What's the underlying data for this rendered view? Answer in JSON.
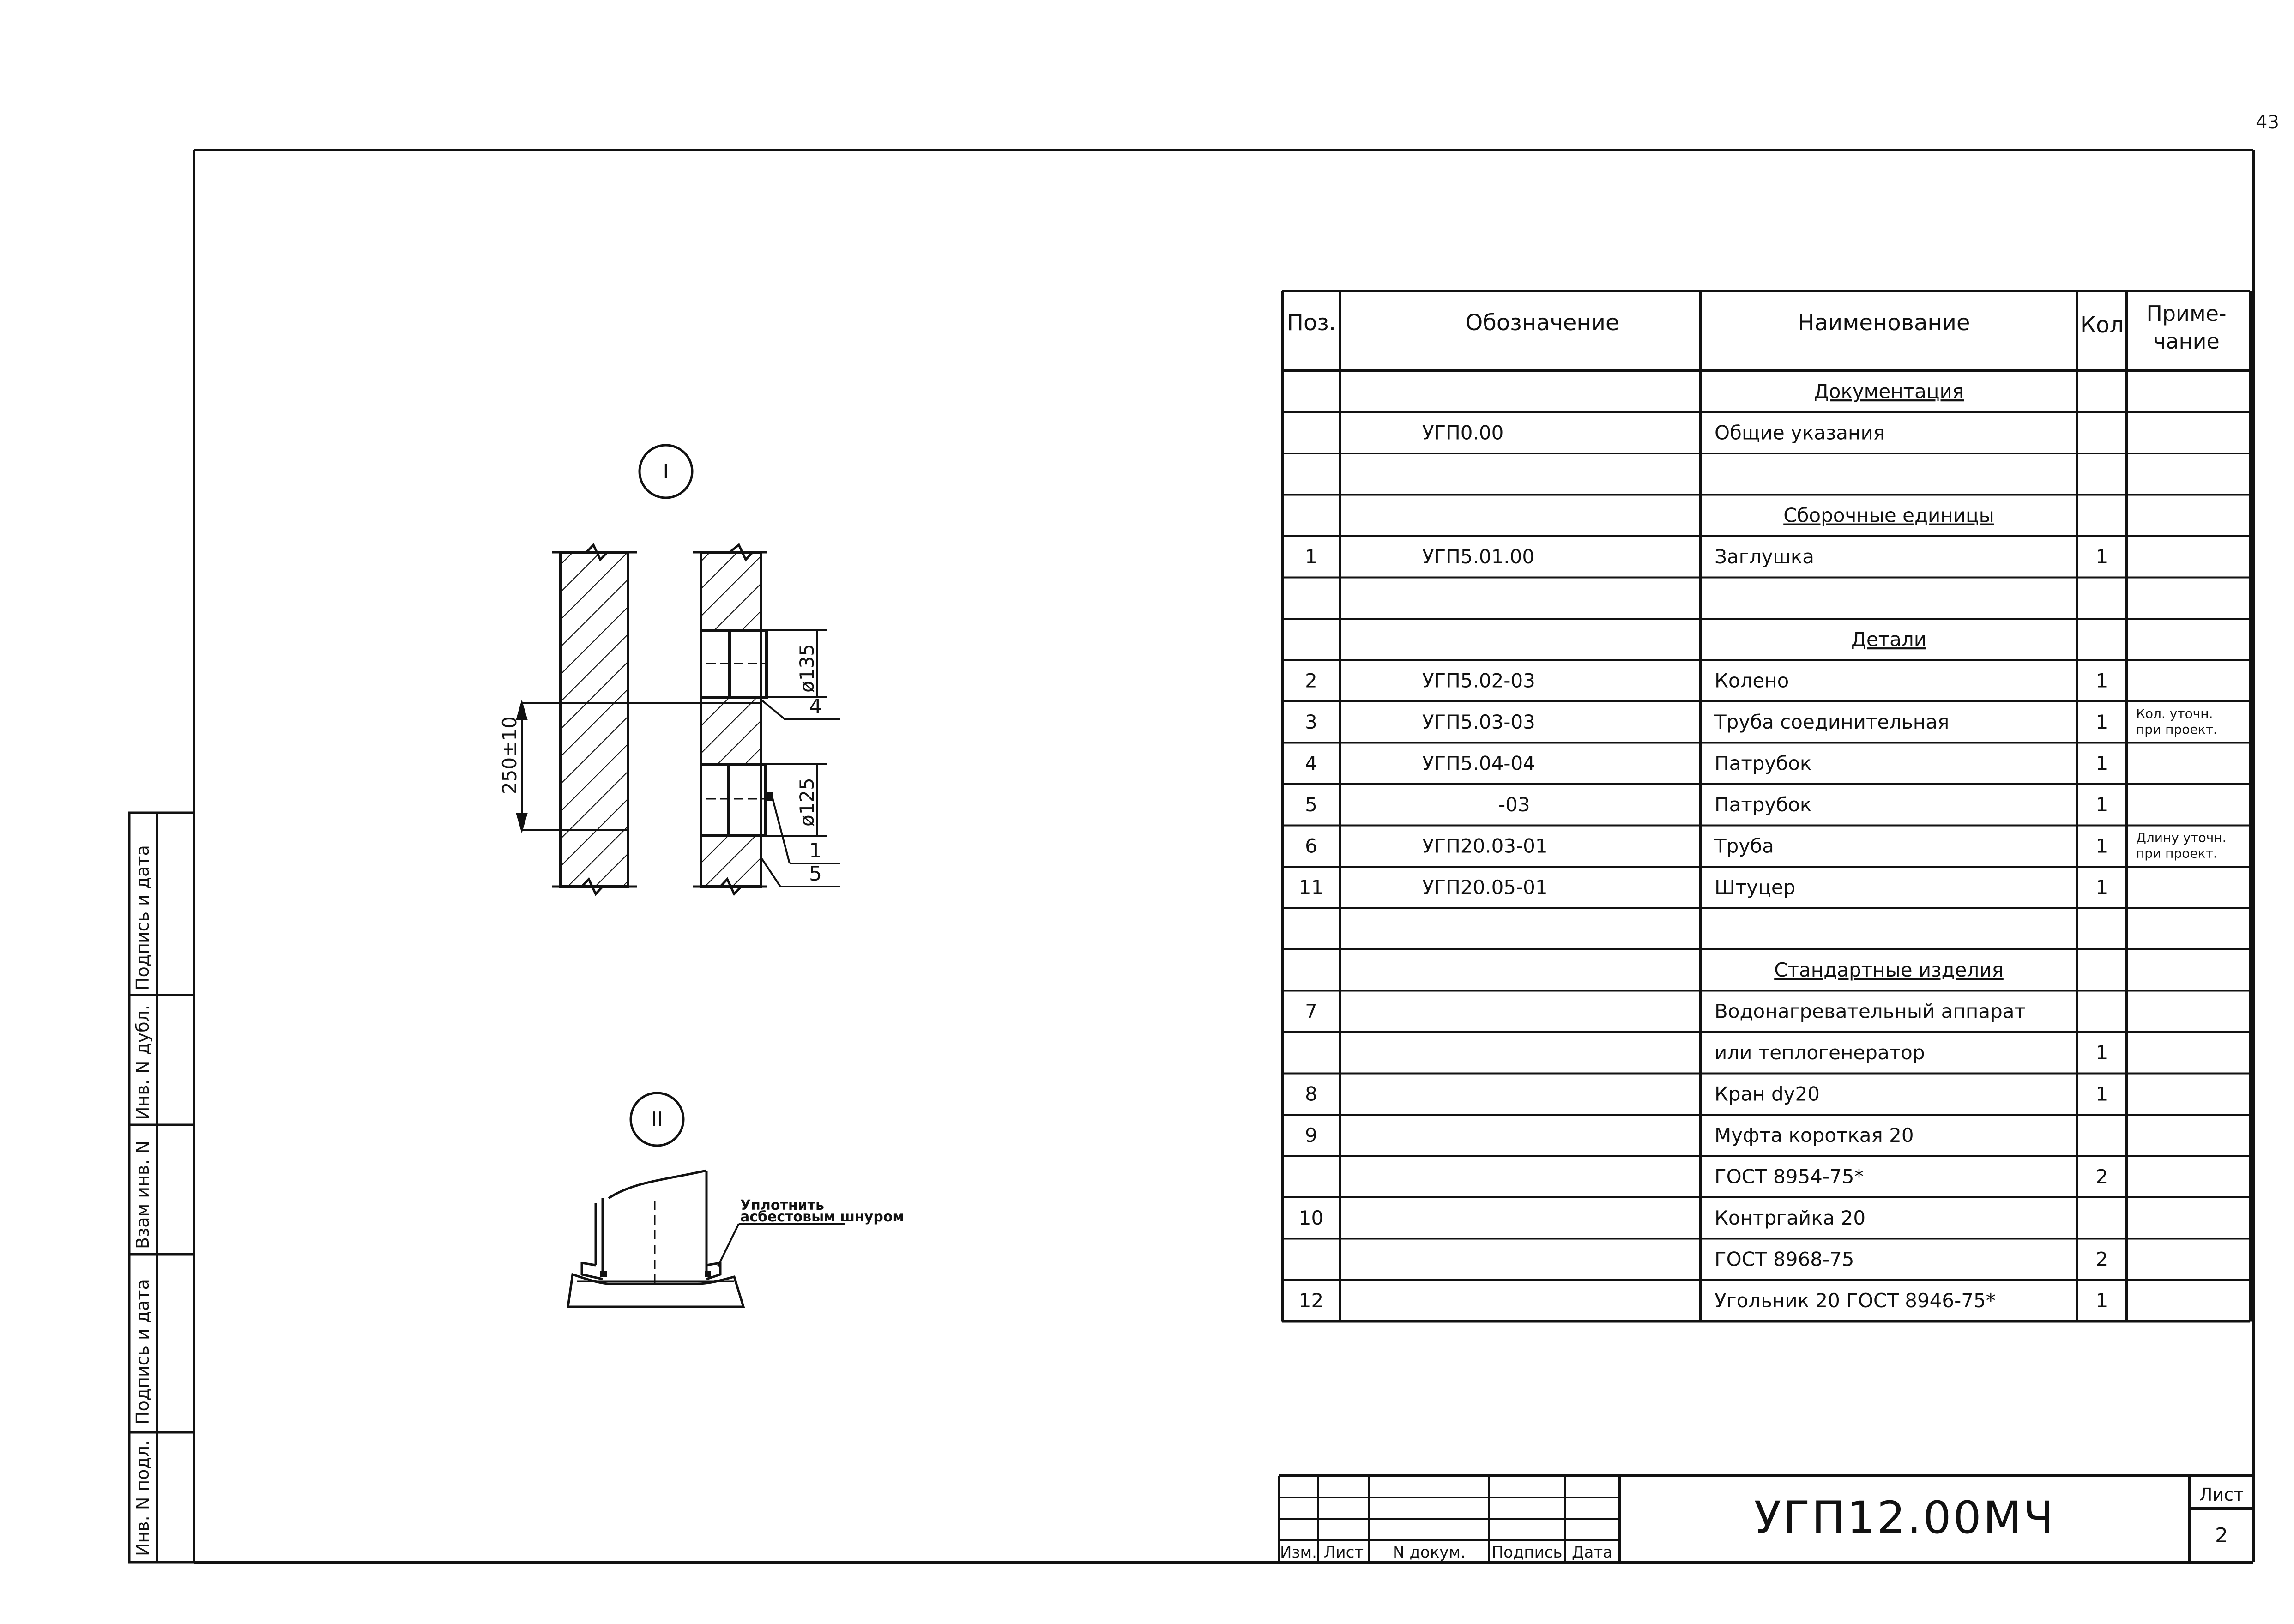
{
  "page_number": "43",
  "spec_table": {
    "headers": {
      "pos": "Поз.",
      "designation": "Обозначение",
      "name": "Наименование",
      "qty": "Кол",
      "note_line1": "Приме-",
      "note_line2": "чание"
    },
    "rows": [
      {
        "pos": "",
        "designation": "",
        "name": "Документация",
        "qty": "",
        "note": [
          "",
          ""
        ],
        "section": true
      },
      {
        "pos": "",
        "designation": "УГП0.00",
        "name": "Общие указания",
        "qty": "",
        "note": [
          "",
          ""
        ],
        "section": false
      },
      {
        "pos": "",
        "designation": "",
        "name": "",
        "qty": "",
        "note": [
          "",
          ""
        ],
        "section": false
      },
      {
        "pos": "",
        "designation": "",
        "name": "Сборочные единицы",
        "qty": "",
        "note": [
          "",
          ""
        ],
        "section": true
      },
      {
        "pos": "1",
        "designation": "УГП5.01.00",
        "name": "Заглушка",
        "qty": "1",
        "note": [
          "",
          ""
        ],
        "section": false
      },
      {
        "pos": "",
        "designation": "",
        "name": "",
        "qty": "",
        "note": [
          "",
          ""
        ],
        "section": false
      },
      {
        "pos": "",
        "designation": "",
        "name": "Детали",
        "qty": "",
        "note": [
          "",
          ""
        ],
        "section": true
      },
      {
        "pos": "2",
        "designation": "УГП5.02-03",
        "name": "Колено",
        "qty": "1",
        "note": [
          "",
          ""
        ],
        "section": false
      },
      {
        "pos": "3",
        "designation": "УГП5.03-03",
        "name": "Труба соединительная",
        "qty": "1",
        "note": [
          "Кол. уточн.",
          "при проект."
        ],
        "section": false
      },
      {
        "pos": "4",
        "designation": "УГП5.04-04",
        "name": "Патрубок",
        "qty": "1",
        "note": [
          "",
          ""
        ],
        "section": false
      },
      {
        "pos": "5",
        "designation": "-03",
        "name": "Патрубок",
        "qty": "1",
        "note": [
          "",
          ""
        ],
        "section": false
      },
      {
        "pos": "6",
        "designation": "УГП20.03-01",
        "name": "Труба",
        "qty": "1",
        "note": [
          "Длину уточн.",
          "при проект."
        ],
        "section": false
      },
      {
        "pos": "11",
        "designation": "УГП20.05-01",
        "name": "Штуцер",
        "qty": "1",
        "note": [
          "",
          ""
        ],
        "section": false
      },
      {
        "pos": "",
        "designation": "",
        "name": "",
        "qty": "",
        "note": [
          "",
          ""
        ],
        "section": false
      },
      {
        "pos": "",
        "designation": "",
        "name": "Стандартные изделия",
        "qty": "",
        "note": [
          "",
          ""
        ],
        "section": true
      },
      {
        "pos": "7",
        "designation": "",
        "name": "Водонагревательный аппарат",
        "qty": "",
        "note": [
          "",
          ""
        ],
        "section": false
      },
      {
        "pos": "",
        "designation": "",
        "name": "или теплогенератор",
        "qty": "1",
        "note": [
          "",
          ""
        ],
        "section": false
      },
      {
        "pos": "8",
        "designation": "",
        "name": "Кран dy20",
        "qty": "1",
        "note": [
          "",
          ""
        ],
        "section": false
      },
      {
        "pos": "9",
        "designation": "",
        "name": "Муфта короткая 20",
        "qty": "",
        "note": [
          "",
          ""
        ],
        "section": false
      },
      {
        "pos": "",
        "designation": "",
        "name": "ГОСТ 8954-75*",
        "qty": "2",
        "note": [
          "",
          ""
        ],
        "section": false
      },
      {
        "pos": "10",
        "designation": "",
        "name": "Контргайка 20",
        "qty": "",
        "note": [
          "",
          ""
        ],
        "section": false
      },
      {
        "pos": "",
        "designation": "",
        "name": "ГОСТ 8968-75",
        "qty": "2",
        "note": [
          "",
          ""
        ],
        "section": false
      },
      {
        "pos": "12",
        "designation": "",
        "name": "Угольник 20 ГОСТ 8946-75*",
        "qty": "1",
        "note": [
          "",
          ""
        ],
        "section": false
      }
    ]
  },
  "views": {
    "view1": {
      "label": "I",
      "dim_height": "250±10",
      "dim_d1": "ø135",
      "dim_d2": "ø125",
      "leaders": [
        "4",
        "1",
        "5"
      ]
    },
    "view2": {
      "label": "II",
      "note_line1": "Уплотнить",
      "note_line2": "асбестовым шнуром"
    }
  },
  "side_stamp": [
    "Инв. N подл.",
    "Подпись и дата",
    "Взам инв. N",
    "Инв. N дубл.",
    "Подпись и дата"
  ],
  "title_block": {
    "labels": [
      "Изм.",
      "Лист",
      "N докум.",
      "Подпись",
      "Дата"
    ],
    "document_code": "УГП12.00МЧ",
    "sheet_label": "Лист",
    "sheet_number": "2"
  }
}
